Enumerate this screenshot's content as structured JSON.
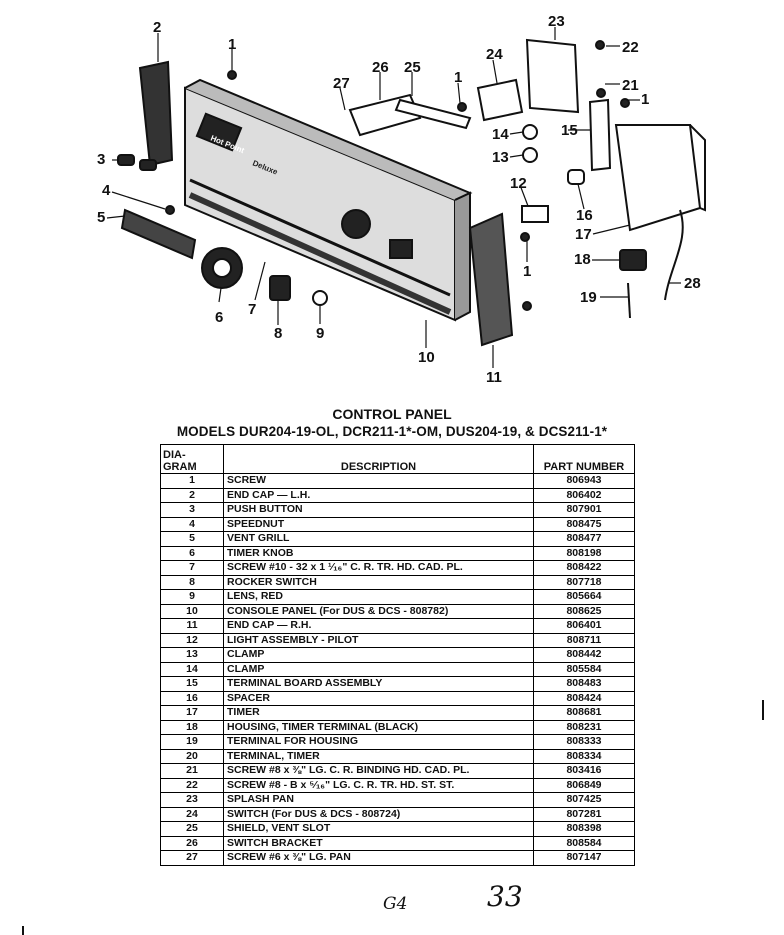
{
  "diagram": {
    "callouts": [
      "1",
      "2",
      "3",
      "4",
      "5",
      "6",
      "7",
      "8",
      "9",
      "10",
      "11",
      "12",
      "13",
      "14",
      "15",
      "16",
      "17",
      "18",
      "19",
      "21",
      "22",
      "23",
      "24",
      "25",
      "26",
      "27",
      "28"
    ],
    "panel_text": [
      "Hot Point",
      "Deluxe"
    ]
  },
  "title": "CONTROL PANEL",
  "subtitle": "MODELS DUR204-19-OL, DCR211-1*-OM, DUS204-19, & DCS211-1*",
  "table": {
    "headers": {
      "diagram": "DIA-\nGRAM",
      "description": "DESCRIPTION",
      "part_number": "PART NUMBER"
    },
    "rows": [
      {
        "diagram": "1",
        "description": "SCREW",
        "part_number": "806943"
      },
      {
        "diagram": "2",
        "description": "END CAP — L.H.",
        "part_number": "806402"
      },
      {
        "diagram": "3",
        "description": "PUSH BUTTON",
        "part_number": "807901"
      },
      {
        "diagram": "4",
        "description": "SPEEDNUT",
        "part_number": "808475"
      },
      {
        "diagram": "5",
        "description": "VENT GRILL",
        "part_number": "808477"
      },
      {
        "diagram": "6",
        "description": "TIMER KNOB",
        "part_number": "808198"
      },
      {
        "diagram": "7",
        "description": "SCREW #10 - 32 x 1 ¹⁄₁₆\" C. R. TR. HD. CAD. PL.",
        "part_number": "808422"
      },
      {
        "diagram": "8",
        "description": "ROCKER SWITCH",
        "part_number": "807718"
      },
      {
        "diagram": "9",
        "description": "LENS, RED",
        "part_number": "805664"
      },
      {
        "diagram": "10",
        "description": "CONSOLE PANEL (For DUS & DCS - 808782)",
        "part_number": "808625"
      },
      {
        "diagram": "11",
        "description": "END CAP — R.H.",
        "part_number": "806401"
      },
      {
        "diagram": "12",
        "description": "LIGHT ASSEMBLY - PILOT",
        "part_number": "808711"
      },
      {
        "diagram": "13",
        "description": "CLAMP",
        "part_number": "808442"
      },
      {
        "diagram": "14",
        "description": "CLAMP",
        "part_number": "805584"
      },
      {
        "diagram": "15",
        "description": "TERMINAL BOARD ASSEMBLY",
        "part_number": "808483"
      },
      {
        "diagram": "16",
        "description": "SPACER",
        "part_number": "808424"
      },
      {
        "diagram": "17",
        "description": "TIMER",
        "part_number": "808681"
      },
      {
        "diagram": "18",
        "description": "HOUSING, TIMER TERMINAL (BLACK)",
        "part_number": "808231"
      },
      {
        "diagram": "19",
        "description": "TERMINAL FOR HOUSING",
        "part_number": "808333"
      },
      {
        "diagram": "20",
        "description": "TERMINAL, TIMER",
        "part_number": "808334"
      },
      {
        "diagram": "21",
        "description": "SCREW #8 x ⅜\" LG. C. R. BINDING HD. CAD. PL.",
        "part_number": "803416"
      },
      {
        "diagram": "22",
        "description": "SCREW #8 - B x ⁵⁄₁₆\" LG. C. R. TR. HD. ST. ST.",
        "part_number": "806849"
      },
      {
        "diagram": "23",
        "description": "SPLASH PAN",
        "part_number": "807425"
      },
      {
        "diagram": "24",
        "description": "SWITCH (For DUS & DCS - 808724)",
        "part_number": "807281"
      },
      {
        "diagram": "25",
        "description": "SHIELD, VENT SLOT",
        "part_number": "808398"
      },
      {
        "diagram": "26",
        "description": "SWITCH BRACKET",
        "part_number": "808584"
      },
      {
        "diagram": "27",
        "description": "SCREW #6 x ⅜\" LG. PAN",
        "part_number": "807147"
      }
    ]
  },
  "handwritten": [
    "G4",
    "33"
  ]
}
